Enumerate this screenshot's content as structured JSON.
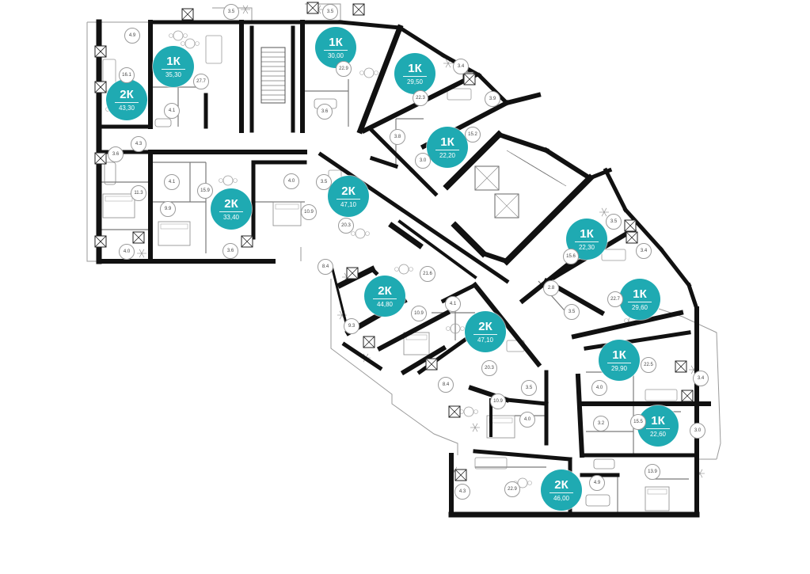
{
  "colors": {
    "wall": "#111111",
    "thin_wall": "#7a7a7a",
    "balcony": "#9a9a9a",
    "badge": "#1faab2",
    "badge_text": "#ffffff",
    "background": "#ffffff"
  },
  "apartments": [
    {
      "type": "1К",
      "area": "35,30"
    },
    {
      "type": "1К",
      "area": "30,00"
    },
    {
      "type": "1К",
      "area": "29,50"
    },
    {
      "type": "2К",
      "area": "43,30"
    },
    {
      "type": "1К",
      "area": "22,20"
    },
    {
      "type": "2К",
      "area": "33,40"
    },
    {
      "type": "2К",
      "area": "47,10"
    },
    {
      "type": "1К",
      "area": "22,30"
    },
    {
      "type": "2К",
      "area": "44,80"
    },
    {
      "type": "1К",
      "area": "29,60"
    },
    {
      "type": "2К",
      "area": "47,10"
    },
    {
      "type": "1К",
      "area": "29,90"
    },
    {
      "type": "1К",
      "area": "22,60"
    },
    {
      "type": "2К",
      "area": "46,00"
    }
  ],
  "room_areas": [
    "3.5",
    "3.5",
    "4.9",
    "27.7",
    "16.1",
    "4.1",
    "22.9",
    "3.6",
    "3.4",
    "22.3",
    "3.9",
    "4.3",
    "3.6",
    "3.8",
    "3.0",
    "15.2",
    "4.1",
    "15.9",
    "4.0",
    "3.5",
    "11.3",
    "9.9",
    "10.9",
    "4.0",
    "3.6",
    "20.3",
    "8.4",
    "3.5",
    "15.6",
    "3.4",
    "21.6",
    "2.8",
    "22.7",
    "10.9",
    "4.1",
    "3.5",
    "9.3",
    "20.3",
    "22.5",
    "4.0",
    "8.4",
    "3.5",
    "10.9",
    "3.4",
    "4.0",
    "3.2",
    "15.5",
    "3.0",
    "4.3",
    "22.9",
    "4.9",
    "13.9"
  ]
}
